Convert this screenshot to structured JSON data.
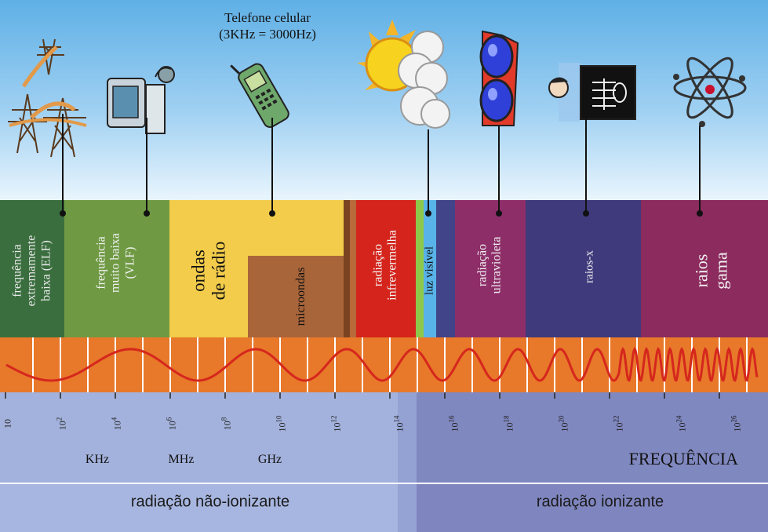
{
  "phone": {
    "title": "Telefone celular",
    "detail": "(3KHz = 3000Hz)"
  },
  "bands": [
    {
      "id": "elf",
      "lines": [
        "frequência",
        "extremamente",
        "baixa (ELF)"
      ],
      "color": "#3a6e3e"
    },
    {
      "id": "vlf",
      "lines": [
        "frequência",
        "muito baixa",
        "(VLF)"
      ],
      "color": "#6f9a43"
    },
    {
      "id": "radio",
      "lines": [
        "ondas",
        "de rádio"
      ],
      "color": "#f2cc4a"
    },
    {
      "id": "micro",
      "lines": [
        "microondas"
      ],
      "color": "#a9653a"
    },
    {
      "id": "ir",
      "lines": [
        "radiação",
        "infrevermelha"
      ],
      "color": "#d4241b"
    },
    {
      "id": "visible",
      "lines": [
        "luz visível"
      ],
      "color": "#58b3e8"
    },
    {
      "id": "uv",
      "lines": [
        "radiação",
        "ultravioleta"
      ],
      "color": "#8e2e69"
    },
    {
      "id": "xray",
      "lines": [
        "raios-x"
      ],
      "color": "#3f3a7c"
    },
    {
      "id": "gamma",
      "lines": [
        "raios",
        "gama"
      ],
      "color": "#8c2b5e"
    }
  ],
  "scale": {
    "ticks": [
      {
        "base": "10",
        "exp": ""
      },
      {
        "base": "10",
        "exp": "2"
      },
      {
        "base": "10",
        "exp": "4"
      },
      {
        "base": "10",
        "exp": "6"
      },
      {
        "base": "10",
        "exp": "8"
      },
      {
        "base": "10",
        "exp": "10"
      },
      {
        "base": "10",
        "exp": "12"
      },
      {
        "base": "10",
        "exp": "14"
      },
      {
        "base": "10",
        "exp": "16"
      },
      {
        "base": "10",
        "exp": "18"
      },
      {
        "base": "10",
        "exp": "20"
      },
      {
        "base": "10",
        "exp": "22"
      },
      {
        "base": "10",
        "exp": "24"
      },
      {
        "base": "10",
        "exp": "26"
      }
    ],
    "units": [
      "KHz",
      "MHz",
      "GHz"
    ],
    "axis_title": "FREQUÊNCIA"
  },
  "bottom": {
    "non_ionizing": "radiação não-ionizante",
    "ionizing": "radiação ionizante"
  },
  "icons": [
    "power-tower-icon",
    "computer-icon",
    "cell-phone-icon",
    "sun-cloud-icon",
    "sunglasses-icon",
    "xray-icon",
    "atom-icon"
  ],
  "colors": {
    "wave_strip": "#e8782a",
    "wave": "#d5271d",
    "scale_left": "#a3b2dc",
    "scale_right": "#8088c0",
    "bottom_left": "#a7b6e0",
    "bottom_right": "#7f86bf"
  }
}
